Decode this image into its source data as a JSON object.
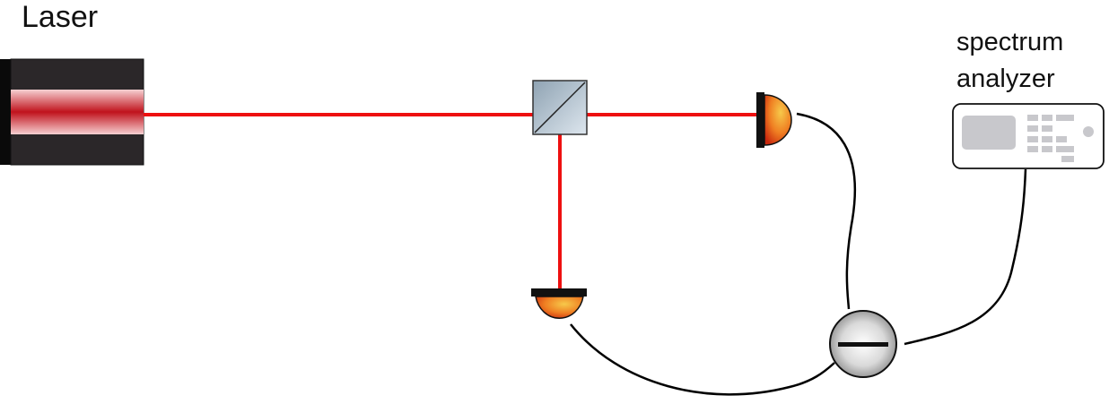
{
  "labels": {
    "laser": "Laser",
    "spectrum_analyzer_line1": "spectrum",
    "spectrum_analyzer_line2": "analyzer"
  },
  "colors": {
    "beam": "#ee1010",
    "laser_body": "#2b2729",
    "laser_mount": "#0a0a0a",
    "laser_core": "#c0121c",
    "detector": "#e8581a",
    "detector_highlight": "#f7c94a",
    "splitter": "#aebfcc",
    "wire": "#000000",
    "analyzer_keys": "#c8c8cc"
  },
  "components": [
    {
      "name": "laser",
      "icon": "laser-source-icon"
    },
    {
      "name": "beam-splitter",
      "icon": "beam-splitter-cube-icon"
    },
    {
      "name": "photodetector-1",
      "icon": "photodiode-icon"
    },
    {
      "name": "photodetector-2",
      "icon": "photodiode-icon"
    },
    {
      "name": "subtractor",
      "icon": "minus-icon"
    },
    {
      "name": "spectrum-analyzer",
      "icon": "spectrum-analyzer-icon"
    }
  ]
}
